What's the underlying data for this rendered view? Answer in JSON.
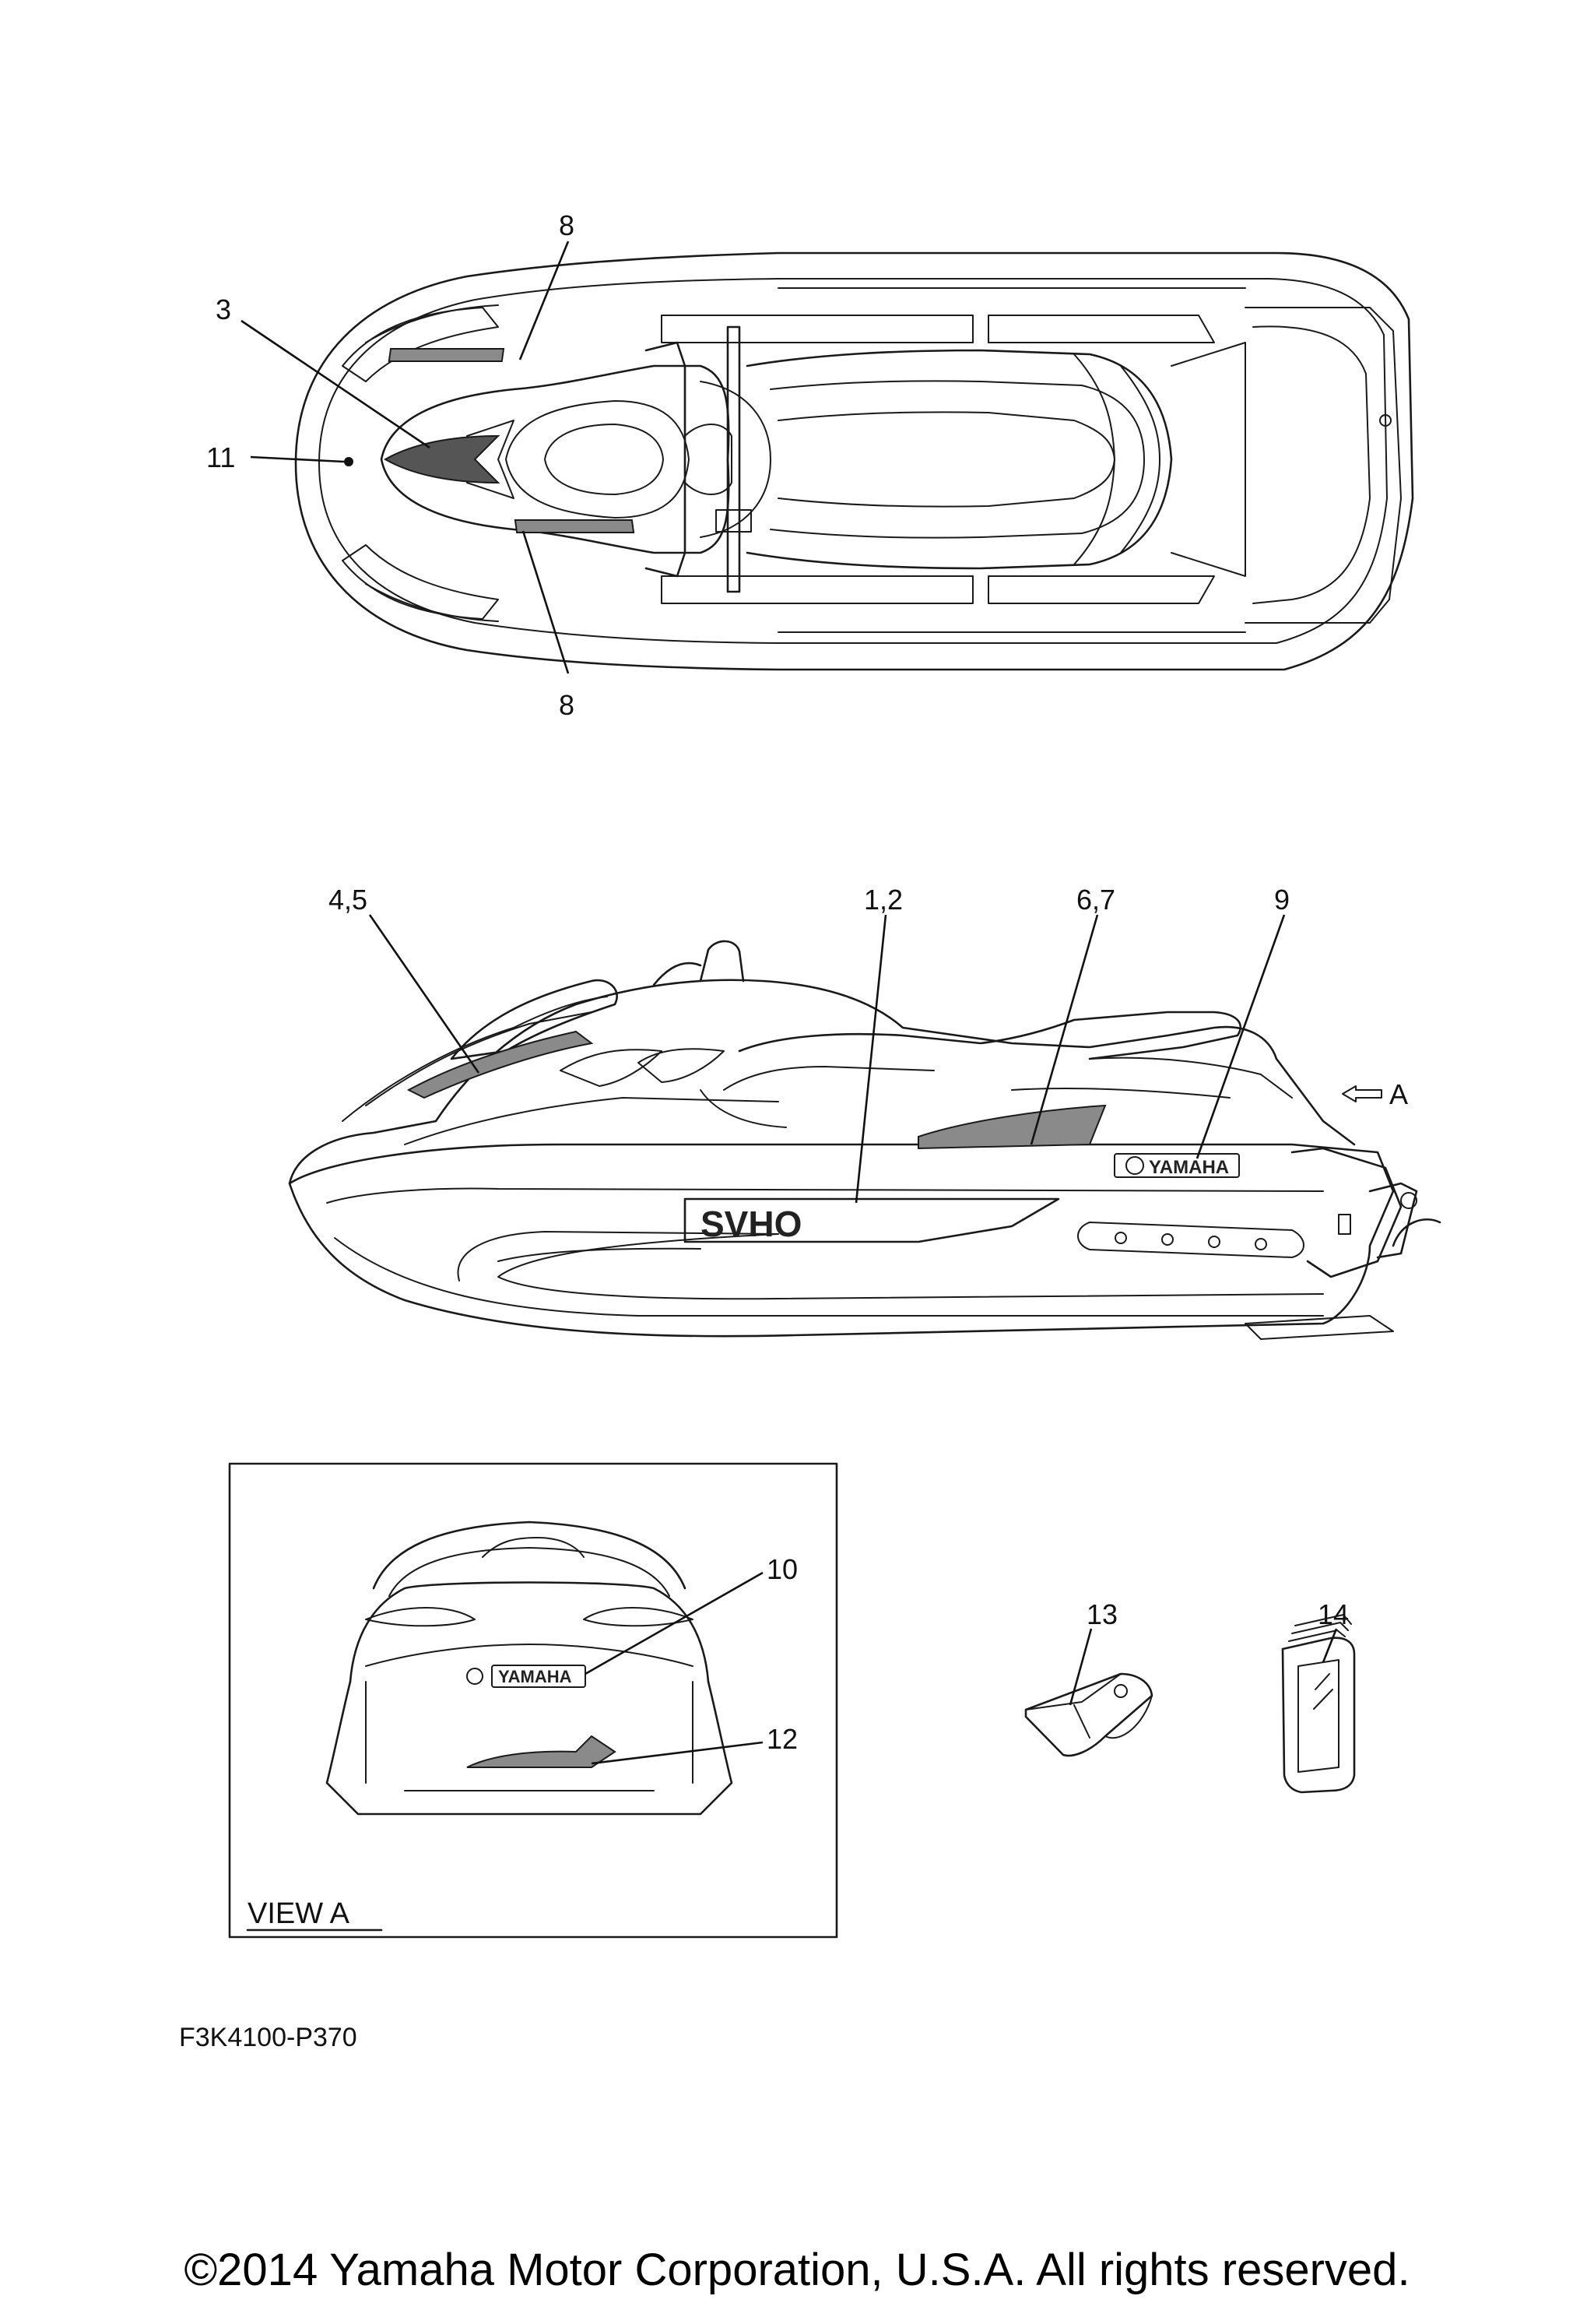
{
  "callouts": {
    "top_8_upper": "8",
    "top_3": "3",
    "top_11": "11",
    "top_8_lower": "8",
    "side_4_5": "4,5",
    "side_1_2": "1,2",
    "side_6_7": "6,7",
    "side_9": "9",
    "side_view_marker": "A",
    "view_10": "10",
    "view_12": "12",
    "item_13": "13",
    "item_14": "14"
  },
  "decals": {
    "brand_side": "YAMAHA",
    "brand_rear": "YAMAHA",
    "model_side": "SVHO"
  },
  "view_box_label": "VIEW A",
  "reference_code": "F3K4100-P370",
  "copyright": "©2014 Yamaha Motor Corporation, U.S.A. All rights reserved."
}
